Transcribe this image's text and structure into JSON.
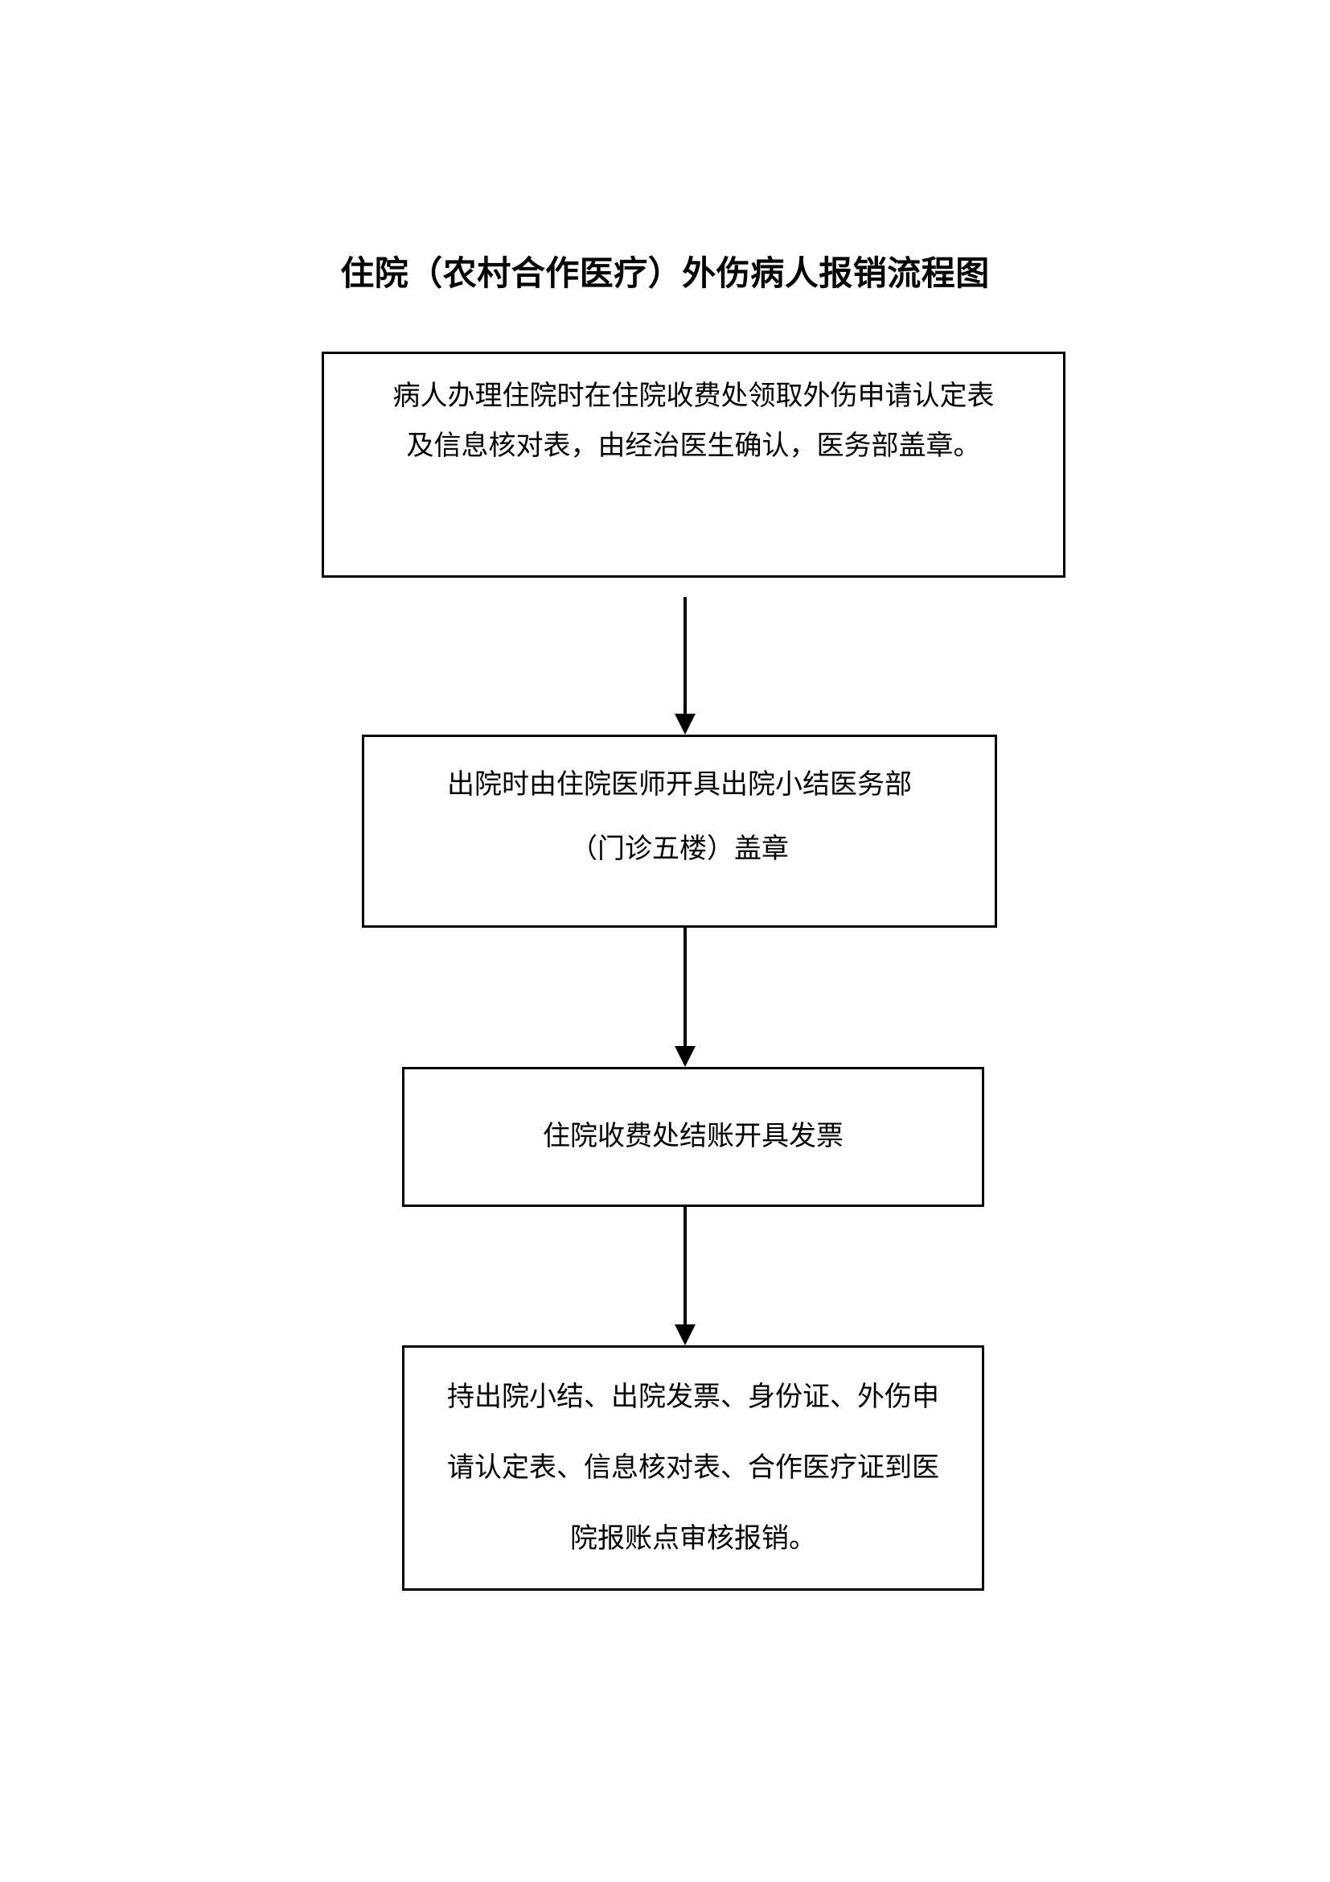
{
  "document": {
    "title": "住院（农村合作医疗）外伤病人报销流程图",
    "background_color": "#ffffff",
    "ink_color": "#000000"
  },
  "flowchart": {
    "orientation": "vertical-top-to-bottom",
    "steps": [
      {
        "id": "step-1",
        "lines": [
          "病人办理住院时在住院收费处领取外伤申请认定表",
          "及信息核对表，由经治医生确认，医务部盖章。"
        ]
      },
      {
        "id": "step-2",
        "lines": [
          "出院时由住院医师开具出院小结医务部",
          "（门诊五楼）盖章"
        ]
      },
      {
        "id": "step-3",
        "lines": [
          "住院收费处结账开具发票"
        ]
      },
      {
        "id": "step-4",
        "lines": [
          "持出院小结、出院发票、身份证、外伤申",
          "请认定表、信息核对表、合作医疗证到医",
          "院报账点审核报销。"
        ]
      }
    ],
    "connectors": [
      {
        "id": "arrow-1",
        "from": "step-1",
        "to": "step-2",
        "marker": "arrowhead-down"
      },
      {
        "id": "arrow-2",
        "from": "step-2",
        "to": "step-3",
        "marker": "arrowhead-down"
      },
      {
        "id": "arrow-3",
        "from": "step-3",
        "to": "step-4",
        "marker": "arrowhead-down"
      }
    ]
  }
}
